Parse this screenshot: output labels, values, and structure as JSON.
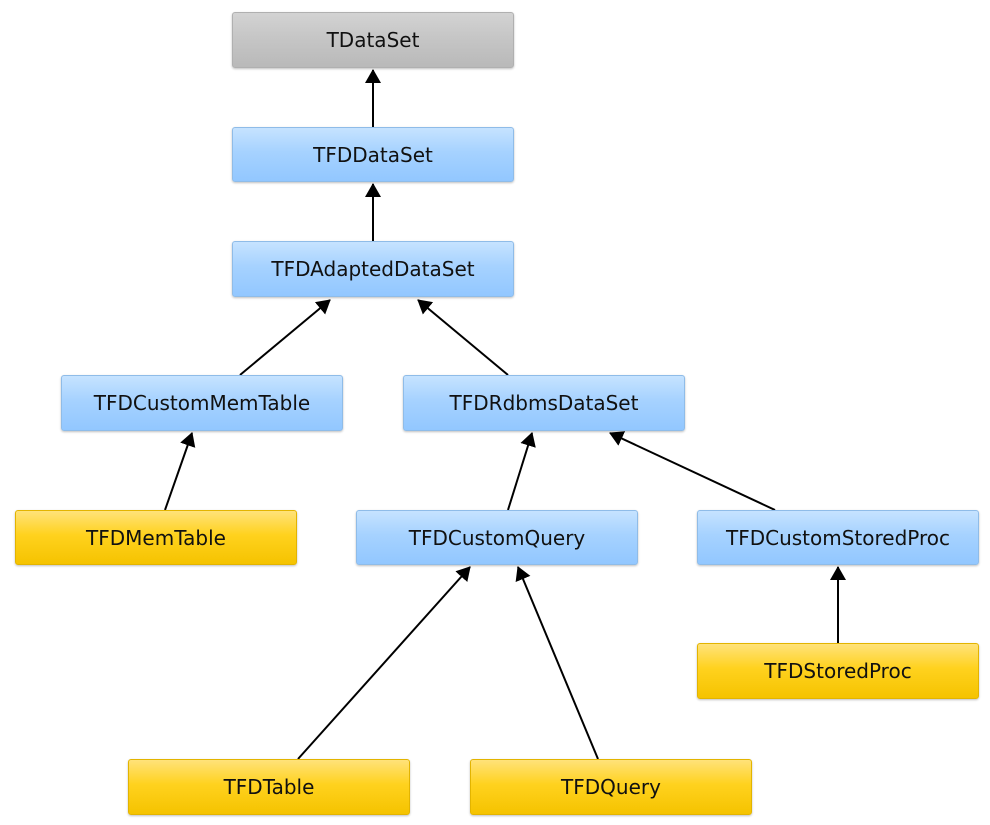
{
  "diagram": {
    "nodes": {
      "tdataset": "TDataSet",
      "tfddataset": "TFDDataSet",
      "tfdadapteddataset": "TFDAdaptedDataSet",
      "tfdcustommemtable": "TFDCustomMemTable",
      "tfdrdbmsdataset": "TFDRdbmsDataSet",
      "tfdmemtable": "TFDMemTable",
      "tfdcustomquery": "TFDCustomQuery",
      "tfdcustomstoredproc": "TFDCustomStoredProc",
      "tfdstoredproc": "TFDStoredProc",
      "tfdtable": "TFDTable",
      "tfdquery": "TFDQuery"
    },
    "edges": [
      {
        "from": "tfddataset",
        "to": "tdataset"
      },
      {
        "from": "tfdadapteddataset",
        "to": "tfddataset"
      },
      {
        "from": "tfdcustommemtable",
        "to": "tfdadapteddataset"
      },
      {
        "from": "tfdrdbmsdataset",
        "to": "tfdadapteddataset"
      },
      {
        "from": "tfdmemtable",
        "to": "tfdcustommemtable"
      },
      {
        "from": "tfdcustomquery",
        "to": "tfdrdbmsdataset"
      },
      {
        "from": "tfdcustomstoredproc",
        "to": "tfdrdbmsdataset"
      },
      {
        "from": "tfdstoredproc",
        "to": "tfdcustomstoredproc"
      },
      {
        "from": "tfdtable",
        "to": "tfdcustomquery"
      },
      {
        "from": "tfdquery",
        "to": "tfdcustomquery"
      }
    ],
    "colors": {
      "root": "#c6c6c6",
      "abstract_class": "#a6d2ff",
      "concrete_class": "#ffd21e",
      "edge": "#000000"
    }
  }
}
